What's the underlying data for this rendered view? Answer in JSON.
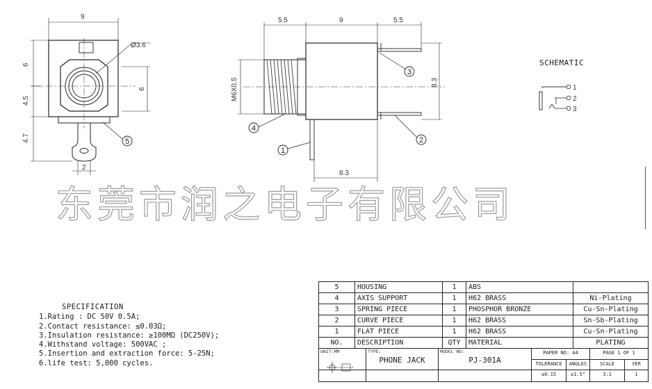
{
  "drawing": {
    "front_view": {
      "dims": {
        "width_top": "9",
        "hole_dia": "Ø3.6",
        "left_upper": "6",
        "left_mid": "4.5",
        "left_lower": "4.7",
        "right_mid": "6",
        "pin_width": "2"
      },
      "callout": "5"
    },
    "side_view": {
      "dims": {
        "top_left": "5.5",
        "top_mid": "9",
        "top_right": "5.5",
        "thread": "M6X0.5",
        "height": "8.3",
        "bottom": "8.3"
      },
      "callouts": [
        "1",
        "2",
        "3",
        "4"
      ]
    },
    "schematic": {
      "title": "SCHEMATIC",
      "pins": [
        "1",
        "2",
        "3"
      ]
    }
  },
  "watermark": "东莞市润之电子有限公司",
  "specification": {
    "title": "SPECIFICATION",
    "items": [
      "1.Rating : DC 50V 0.5A;",
      "2.Contact resistance: ≤0.03Ω;",
      "3.Insulation resistance: ≥100MΩ (DC250V);",
      "4.Withstand voltage: 500VAC ;",
      "5.Insertion and extraction force: 5-25N;",
      "6.life test: 5,000 cycles."
    ]
  },
  "bom": {
    "header": {
      "no": "NO.",
      "description": "DESCRIPTION",
      "qty": "QTY",
      "material": "MATERIAL",
      "plating": "PLATING"
    },
    "rows": [
      {
        "no": "5",
        "description": "HOUSING",
        "qty": "1",
        "material": "ABS",
        "plating": ""
      },
      {
        "no": "4",
        "description": "AXIS SUPPORT",
        "qty": "1",
        "material": "H62 BRASS",
        "plating": "Ni-Plating"
      },
      {
        "no": "3",
        "description": "SPRING PIECE",
        "qty": "1",
        "material": "PHOSPHOR BRONZE",
        "plating": "Cu-Sn-Plating"
      },
      {
        "no": "2",
        "description": "CURVE PIECE",
        "qty": "1",
        "material": "H62 BRASS",
        "plating": "Sn-Sb-Plating"
      },
      {
        "no": "1",
        "description": "FLAT PIECE",
        "qty": "1",
        "material": "H62 BRASS",
        "plating": "Cu-Sn-Plating"
      }
    ]
  },
  "title_block": {
    "unit_label": "UNIT:MM",
    "type_label": "TYPE:",
    "type_value": "PHONE JACK",
    "model_label": "MODEL NO:",
    "model_value": "PJ-301A",
    "paper_label": "PAPER NO: A4",
    "page_label": "PAGE 1 OF 1",
    "tolerance_label": "TOLERANCE",
    "tolerance_value": "±0.15",
    "angles_label": "ANGLES",
    "angles_value": "±1.5°",
    "scale_label": "SCALE",
    "scale_value": "3:1",
    "ver_label": "VER",
    "ver_value": "1"
  }
}
